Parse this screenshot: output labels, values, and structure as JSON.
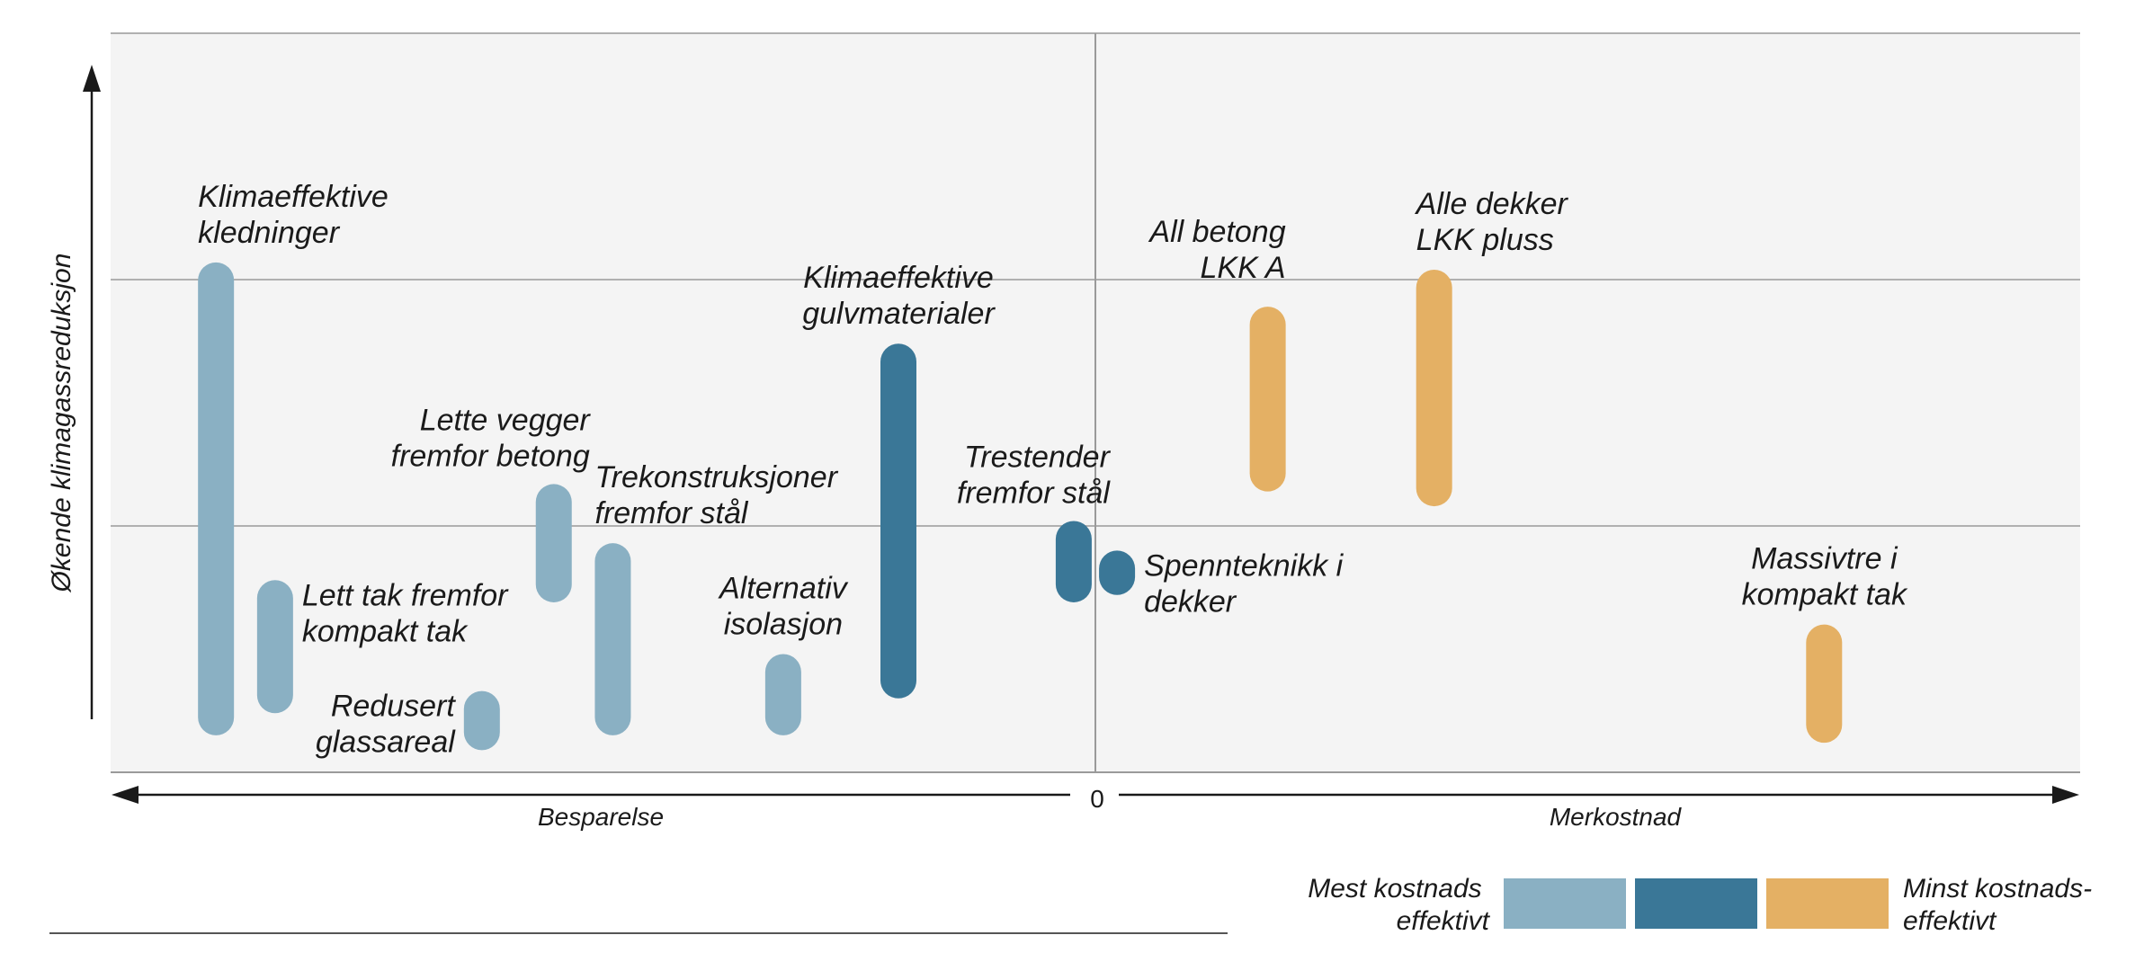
{
  "chart_data": {
    "type": "range-bar",
    "ylabel": "Økende klimagassreduksjon",
    "x_axis": {
      "left_label": "Besparelse",
      "right_label": "Merkostnad",
      "center_label": "0"
    },
    "grid": true,
    "colors": {
      "mest": "#8ab0c3",
      "middels": "#3a7797",
      "minst": "#e4b064"
    },
    "measures": [
      {
        "label": [
          "Klimaeffektive",
          "kledninger"
        ],
        "cost": -0.893,
        "y_low": 0.05,
        "y_high": 0.69,
        "category": "mest",
        "anchor": "start"
      },
      {
        "label": [
          "Lett tak fremfor",
          "kompakt tak"
        ],
        "cost": -0.833,
        "y_low": 0.08,
        "y_high": 0.26,
        "category": "mest",
        "anchor": "start"
      },
      {
        "label": [
          "Redusert",
          "glassareal"
        ],
        "cost": -0.623,
        "y_low": 0.03,
        "y_high": 0.11,
        "category": "mest",
        "anchor": "end"
      },
      {
        "label": [
          "Lette vegger",
          "fremfor betong"
        ],
        "cost": -0.55,
        "y_low": 0.23,
        "y_high": 0.39,
        "category": "mest",
        "anchor": "end"
      },
      {
        "label": [
          "Trekonstruksjoner",
          "fremfor stål"
        ],
        "cost": -0.49,
        "y_low": 0.05,
        "y_high": 0.31,
        "category": "mest",
        "anchor": "start"
      },
      {
        "label": [
          "Alternativ",
          "isolasjon"
        ],
        "cost": -0.317,
        "y_low": 0.05,
        "y_high": 0.16,
        "category": "mest",
        "anchor": "middle"
      },
      {
        "label": [
          "Klimaeffektive",
          "gulvmaterialer"
        ],
        "cost": -0.2,
        "y_low": 0.1,
        "y_high": 0.58,
        "category": "middels",
        "anchor": "middle"
      },
      {
        "label": [
          "Trestender",
          "fremfor stål"
        ],
        "cost": -0.022,
        "y_low": 0.23,
        "y_high": 0.34,
        "category": "middels",
        "anchor": "end"
      },
      {
        "label": [
          "Spennteknikk i",
          "dekker"
        ],
        "cost": 0.022,
        "y_low": 0.24,
        "y_high": 0.3,
        "category": "middels",
        "anchor": "start"
      },
      {
        "label": [
          "All betong",
          "LKK A"
        ],
        "cost": 0.175,
        "y_low": 0.38,
        "y_high": 0.63,
        "category": "minst",
        "anchor": "end"
      },
      {
        "label": [
          "Alle dekker",
          "LKK pluss"
        ],
        "cost": 0.344,
        "y_low": 0.36,
        "y_high": 0.68,
        "category": "minst",
        "anchor": "start"
      },
      {
        "label": [
          "Massivtre i",
          "kompakt tak"
        ],
        "cost": 0.74,
        "y_low": 0.04,
        "y_high": 0.2,
        "category": "minst",
        "anchor": "middle"
      }
    ]
  },
  "legend": {
    "left_label": [
      "Mest kostnads",
      "effektivt"
    ],
    "right_label": [
      "Minst kostnads-",
      "effektivt"
    ],
    "swatch_colors": [
      "#8ab0c3",
      "#3a7797",
      "#e4b064"
    ]
  }
}
